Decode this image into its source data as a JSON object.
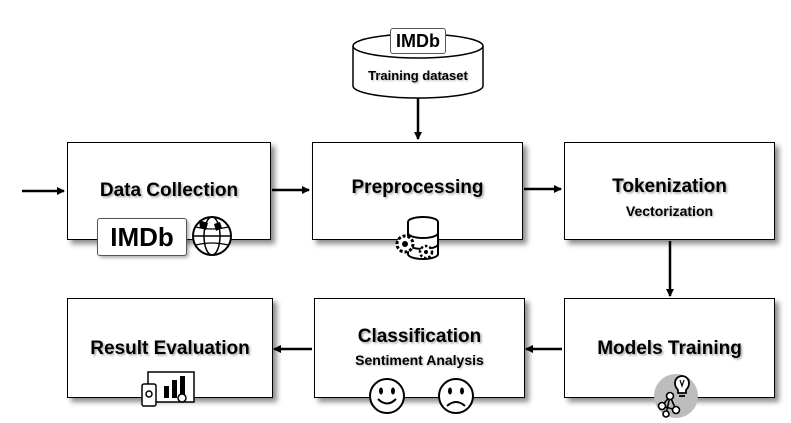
{
  "dataset": {
    "logo": "IMDb",
    "label": "Training dataset"
  },
  "steps": {
    "data_collection": {
      "title": "Data Collection",
      "logo": "IMDb"
    },
    "preprocessing": {
      "title": "Preprocessing"
    },
    "tokenization": {
      "title": "Tokenization",
      "subtitle": "Vectorization"
    },
    "models_training": {
      "title": "Models Training"
    },
    "classification": {
      "title": "Classification",
      "subtitle": "Sentiment Analysis"
    },
    "result_evaluation": {
      "title": "Result Evaluation"
    }
  },
  "icons": {
    "data_collection": [
      "globe-icon"
    ],
    "preprocessing": [
      "database-gears-icon"
    ],
    "models_training": [
      "lightbulb-network-icon"
    ],
    "classification": [
      "happy-face-icon",
      "sad-face-icon"
    ],
    "result_evaluation": [
      "dashboard-chart-icon"
    ]
  }
}
